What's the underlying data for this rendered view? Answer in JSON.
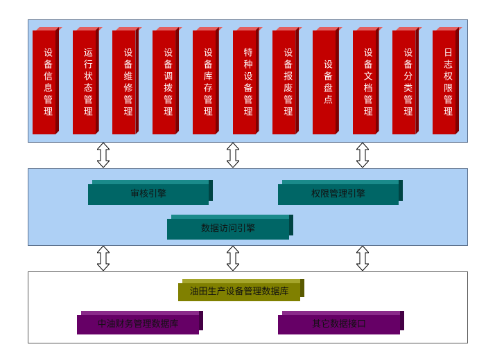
{
  "modules": [
    {
      "label": "设备信息管理"
    },
    {
      "label": "运行状态管理"
    },
    {
      "label": "设备维修管理"
    },
    {
      "label": "设备调拨管理"
    },
    {
      "label": "设备库存管理"
    },
    {
      "label": "特种设备管理"
    },
    {
      "label": "设备报废管理"
    },
    {
      "label": "设备盘点"
    },
    {
      "label": "设备文档管理"
    },
    {
      "label": "设备分类管理"
    },
    {
      "label": "日志权限管理"
    }
  ],
  "engines": {
    "audit": "审核引擎",
    "permission": "权限管理引擎",
    "data_access": "数据访问引擎"
  },
  "databases": {
    "production": "油田生产设备管理数据库",
    "finance": "中油财务管理数据库",
    "other": "其它数据接口"
  },
  "colors": {
    "layer_fill": "#aed0f5",
    "module_red": "#c30000",
    "engine_teal": "#006666",
    "db_olive": "#808000",
    "db_purple": "#660066"
  }
}
